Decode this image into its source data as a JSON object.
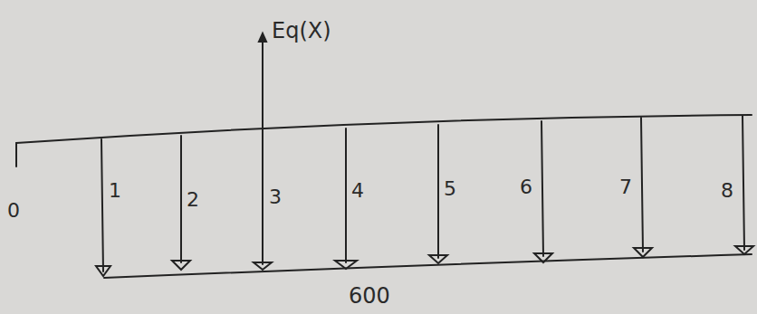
{
  "diagram": {
    "labels": [
      "Eq(X)",
      "0",
      "1",
      "2",
      "3",
      "4",
      "5",
      "6",
      "7",
      "8",
      "600"
    ]
  }
}
